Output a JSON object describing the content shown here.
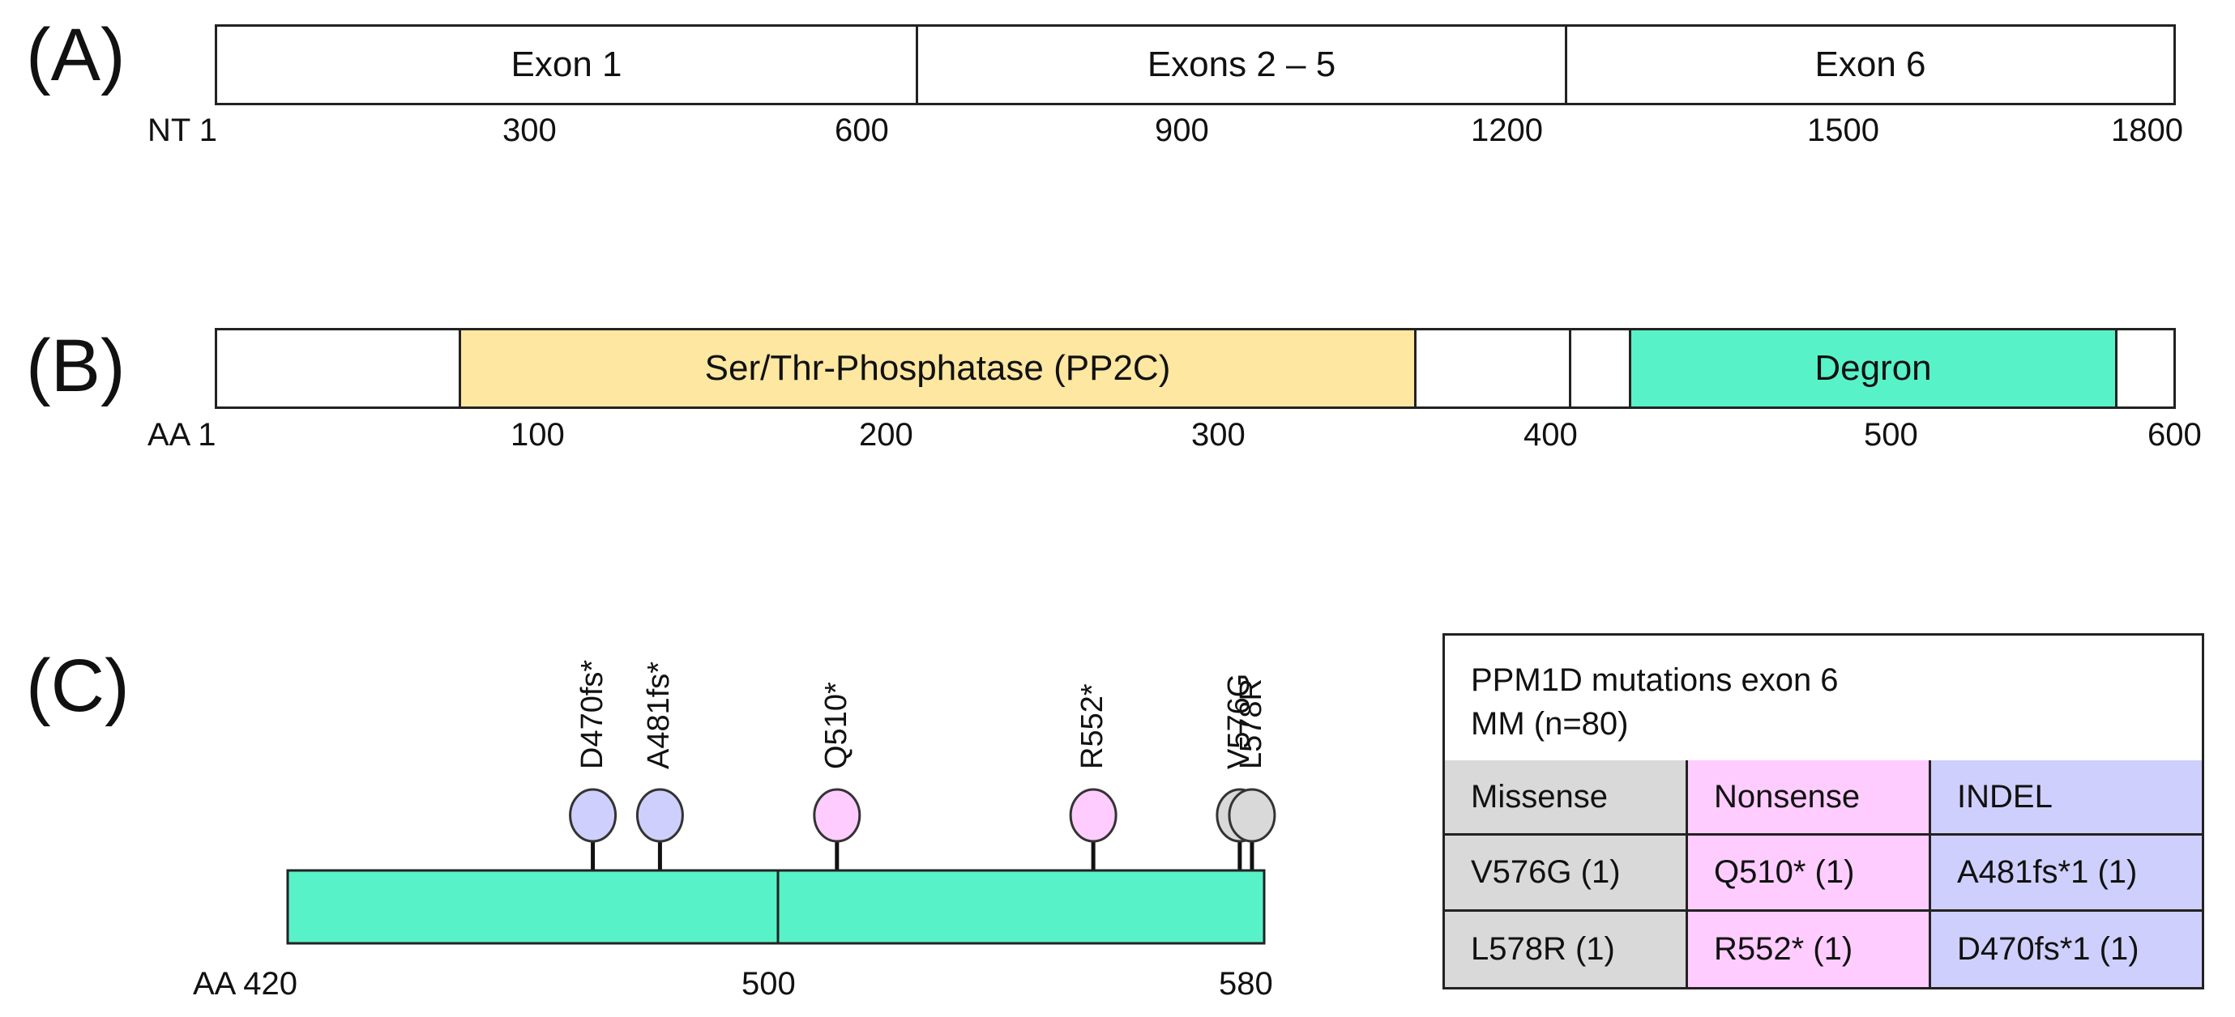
{
  "panels": {
    "a": "(A)",
    "b": "(B)",
    "c": "(C)"
  },
  "panel_a": {
    "exon_1": "Exon 1",
    "exon_2_5": "Exons 2 – 5",
    "exon_6": "Exon 6",
    "axis_prefix": "NT 1",
    "ticks": [
      "300",
      "600",
      "900",
      "1200",
      "1500",
      "1800"
    ]
  },
  "panel_b": {
    "pp2c_label": "Ser/Thr-Phosphatase (PP2C)",
    "degron_label": "Degron",
    "axis_prefix": "AA 1",
    "ticks": [
      "100",
      "200",
      "300",
      "400",
      "500",
      "600"
    ]
  },
  "panel_c": {
    "axis_start": "AA 420",
    "axis_mid": "500",
    "axis_end": "580",
    "mutations": [
      {
        "label": "D470fs*",
        "aa": 470,
        "type": "indel"
      },
      {
        "label": "A481fs*",
        "aa": 481,
        "type": "indel"
      },
      {
        "label": "Q510*",
        "aa": 510,
        "type": "nonsense"
      },
      {
        "label": "R552*",
        "aa": 552,
        "type": "nonsense"
      },
      {
        "label": "V576G",
        "aa": 576,
        "type": "missense"
      },
      {
        "label": "L578R",
        "aa": 578,
        "type": "missense"
      }
    ]
  },
  "table": {
    "title_line1": "PPM1D mutations exon 6",
    "title_line2": "MM (n=80)",
    "headers": [
      "Missense",
      "Nonsense",
      "INDEL"
    ],
    "rows": [
      [
        "V576G (1)",
        "Q510* (1)",
        "A481fs*1 (1)"
      ],
      [
        "L578R (1)",
        "R552* (1)",
        "D470fs*1 (1)"
      ]
    ]
  },
  "colors": {
    "pp2c": "#fde7a1",
    "degron": "#58f2c9",
    "indel": "#cfcffd",
    "nonsense": "#ffccff",
    "missense": "#d9d9d9"
  }
}
